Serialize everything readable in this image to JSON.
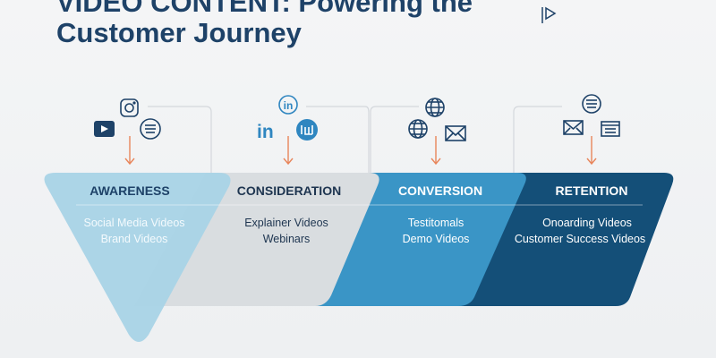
{
  "title": {
    "line1": "VIDEO CONTENT: Powering the",
    "line2": "Customer Journey"
  },
  "colors": {
    "awareness": "#a9d4e6",
    "consideration": "#d9dde0",
    "conversion": "#3a95c6",
    "retention": "#144f78",
    "arrow": "#e8855a",
    "icon": "#1e4268"
  },
  "stages": [
    {
      "label": "AWARENESS",
      "items": [
        "Social Media Videos",
        "Brand Videos"
      ],
      "icons": [
        "instagram-icon",
        "youtube-icon",
        "document-icon"
      ]
    },
    {
      "label": "CONSIDERATION",
      "items": [
        "Explainer Videos",
        "Webinars"
      ],
      "icons": [
        "linkedin-circle-icon",
        "linkedin-icon",
        "webinar-icon"
      ]
    },
    {
      "label": "CONVERSION",
      "items": [
        "Testitomals",
        "Demo Videos"
      ],
      "icons": [
        "globe-icon",
        "globe-icon",
        "email-icon"
      ]
    },
    {
      "label": "RETENTION",
      "items": [
        "Onoarding Videos",
        "Customer Success Videos"
      ],
      "icons": [
        "document-icon",
        "email-icon",
        "browser-icon"
      ]
    }
  ]
}
